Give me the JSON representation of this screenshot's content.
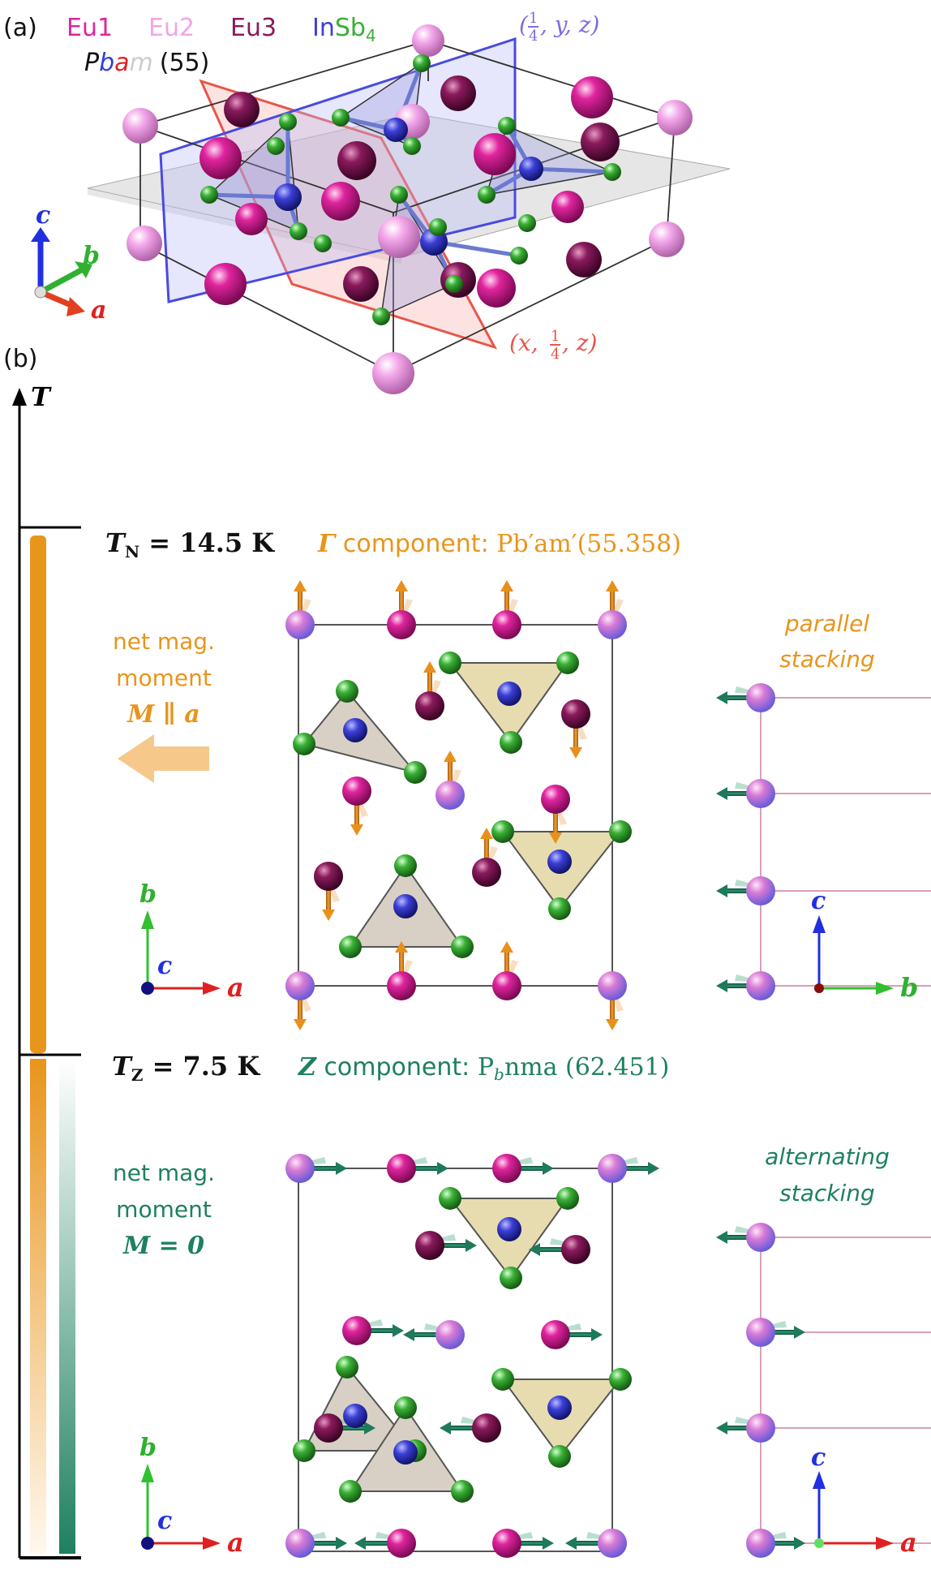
{
  "panel_a": {
    "label": "(a)",
    "legend": [
      {
        "name": "Eu1",
        "color": "#e0249e"
      },
      {
        "name": "Eu2",
        "color": "#f2a5e8"
      },
      {
        "name": "Eu3",
        "color": "#8a1a5c"
      },
      {
        "name": "InSb",
        "sub": "4",
        "color_in": "#3b3fd6",
        "color_sb": "#39b035"
      }
    ],
    "space_group": {
      "p": "P",
      "b": "b",
      "a": "a",
      "m": "m",
      "number": "(55)"
    },
    "plane_blue": {
      "open": "(",
      "frac_num": "1",
      "frac_den": "4",
      "rest": ", y, z)",
      "color": "#7b6ee0"
    },
    "plane_red": {
      "open": "(x, ",
      "frac_num": "1",
      "frac_den": "4",
      "rest": ", z)",
      "color": "#e8564a"
    },
    "axes": {
      "c": "c",
      "b": "b",
      "a": "a"
    }
  },
  "panel_b": {
    "label": "(b)",
    "t_axis": "T",
    "TN": {
      "text": "T",
      "sub": "N",
      "rest": " = 14.5 K"
    },
    "TZ": {
      "text": "T",
      "sub": "Z",
      "rest": " = 7.5 K"
    },
    "gamma": {
      "sym": "Γ",
      "label": " component: ",
      "group": "Pb′am′(55.358)",
      "color": "#e8951c"
    },
    "zcomp": {
      "sym": "Z",
      "label": " component: ",
      "group_p": "P",
      "group_sub": "b",
      "group_rest": "nma (62.451)",
      "color": "#1e8060"
    },
    "net_upper": {
      "line1": "net mag.",
      "line2": "moment",
      "line3": "M ∥ a",
      "color": "#e8951c"
    },
    "net_lower": {
      "line1": "net mag.",
      "line2": "moment",
      "line3": "M = 0",
      "color": "#1e8060"
    },
    "stack_upper": {
      "line1": "parallel",
      "line2": "stacking"
    },
    "stack_lower": {
      "line1": "alternating",
      "line2": "stacking"
    },
    "axes_upper_left": {
      "b": "b",
      "c": "c",
      "a": "a"
    },
    "axes_upper_right": {
      "c": "c",
      "b": "b"
    },
    "axes_lower_left": {
      "b": "b",
      "c": "c",
      "a": "a"
    },
    "axes_lower_right": {
      "c": "c",
      "a": "a"
    }
  },
  "colors": {
    "eu1": "#e0249e",
    "eu2": "#f2a5e8",
    "eu3": "#8a1a5c",
    "in": "#3b3fd6",
    "sb": "#39b035",
    "orange": "#e8951c",
    "green": "#1e8060",
    "axis_red": "#e02020",
    "axis_green": "#30b030",
    "axis_blue": "#2030e0"
  }
}
